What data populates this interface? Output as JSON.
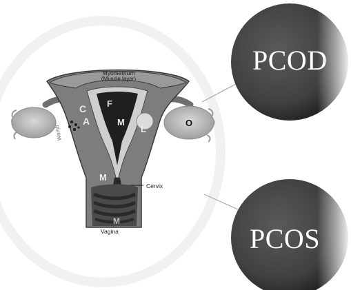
{
  "circles": {
    "pcod_label": "PCOD",
    "pcos_label": "PCOS"
  },
  "anatomy": {
    "myometrium_title": "Myometrium",
    "myometrium_subtitle": "(Muscle layer)",
    "cervix_label": "Cervix",
    "vagina_label": "Vagina",
    "womb_label": "Womb",
    "letters": {
      "c": "C",
      "a": "A",
      "f": "F",
      "m_body": "M",
      "l": "L",
      "o": "O",
      "m_cervix": "M",
      "m_vagina": "M"
    }
  },
  "colors": {
    "circle_fill": "#454545",
    "uterus_fill": "#7d7d7d",
    "muscle_layer": "#2f2f2f",
    "ovary_fill": "#c4c4c4",
    "connector_line": "#a8a8a8"
  }
}
